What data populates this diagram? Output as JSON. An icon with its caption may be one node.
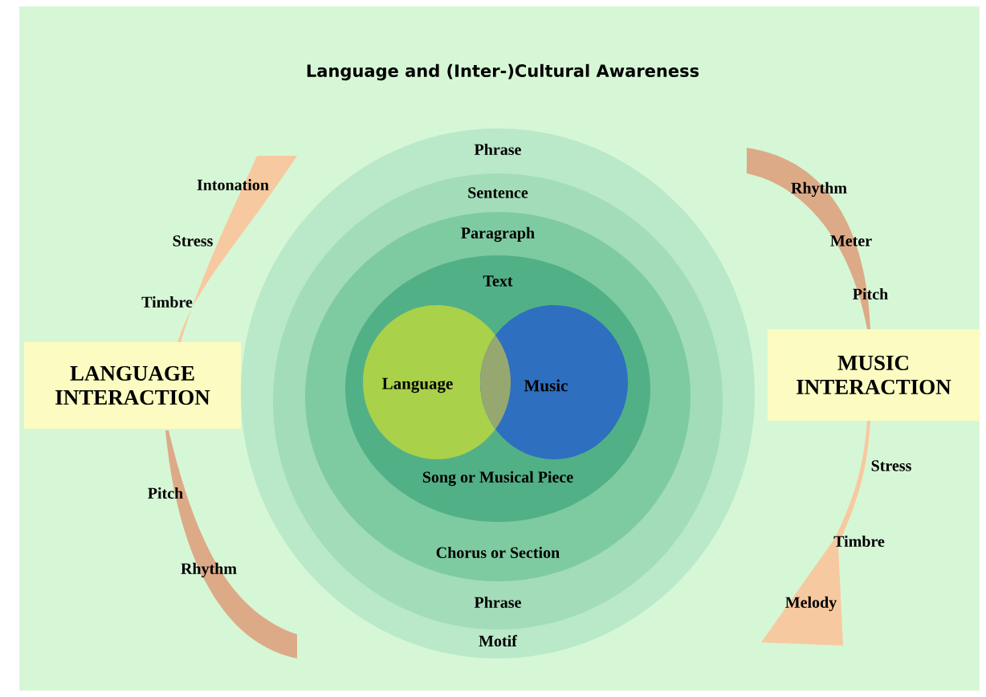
{
  "diagram": {
    "title": "Language and (Inter-)Cultural Awareness",
    "nodes": [
      {
        "text": [
          "Phrase",
          "Motif"
        ]
      },
      {
        "text": [
          "Sentence",
          "Phrase"
        ],
        "in": 0
      },
      {
        "text": [
          "Paragraph",
          "Chorus or Section"
        ],
        "in": 1
      },
      {
        "text": [
          "Text",
          "Song or Musical Piece"
        ],
        "in": 2
      },
      {
        "text": [
          "Language"
        ],
        "in": 3
      },
      {
        "text": [
          "Music"
        ],
        "in": 3
      },
      {
        "text": [
          "LANGUAGE INTERACTION"
        ]
      },
      {
        "text": [
          "MUSIC INTERACTION"
        ]
      }
    ],
    "labels": [
      "Intonation",
      "Rhythm",
      "Stress",
      "Meter",
      "Timbre",
      "Pitch",
      "Pitch",
      "Stress",
      "Timbre",
      "Rhythm",
      "Melody"
    ]
  }
}
